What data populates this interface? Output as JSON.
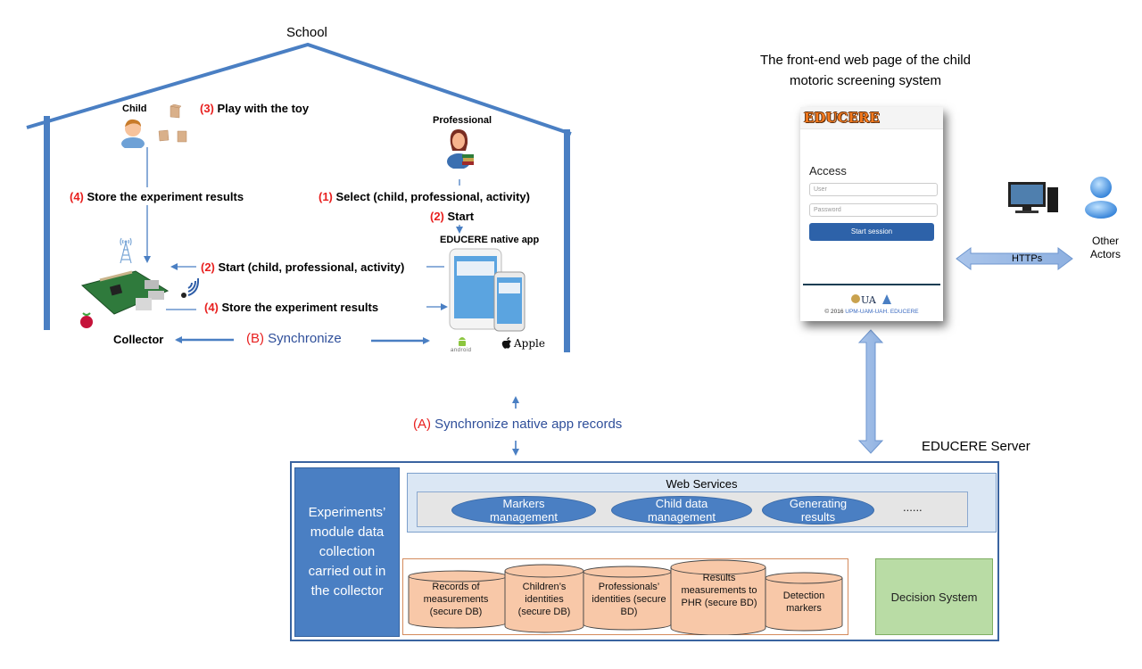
{
  "school": {
    "title": "School",
    "child_label": "Child",
    "professional_label": "Professional",
    "collector_label": "Collector",
    "app_label": "EDUCERE native app",
    "steps": {
      "play": {
        "num": "(3)",
        "text": " Play with the toy"
      },
      "store_top": {
        "num": "(4)",
        "text": " Store the experiment results"
      },
      "select": {
        "num": "(1)",
        "text": " Select (child, professional, activity)"
      },
      "start_short": {
        "num": "(2)",
        "text": " Start"
      },
      "start_long": {
        "num": "(2)",
        "text": " Start (child, professional, activity)"
      },
      "store_bottom": {
        "num": "(4)",
        "text": " Store the experiment results"
      },
      "sync_b": {
        "num": "(B)",
        "text": " Synchronize"
      }
    },
    "platforms": {
      "android": "android",
      "apple": "Apple"
    }
  },
  "sync_a": {
    "num": "(A)",
    "text": " Synchronize native app records"
  },
  "web_page": {
    "caption_line1": "The front-end web page of the child",
    "caption_line2": "motoric screening system",
    "logo": "EDUCERE",
    "heading": "Access",
    "user_placeholder": "User",
    "password_placeholder": "Password",
    "button": "Start session",
    "copyright_prefix": "© 2016 ",
    "copyright_link": "UPM-UAM-UAH. EDUCERE",
    "uni_logo_text": "UA"
  },
  "actors": {
    "label_line1": "Other",
    "label_line2": "Actors",
    "protocol": "HTTPs"
  },
  "server": {
    "title": "EDUCERE Server",
    "experiments_module": "Experiments’ module data collection carried out in the collector",
    "web_services": {
      "title": "Web Services",
      "services": [
        "Markers management",
        "Child data management",
        "Generating results"
      ],
      "more": "......"
    },
    "databases": [
      "Records of measurements (secure DB)",
      "Children’s identities (secure DB)",
      "Professionals’ identities (secure BD)",
      "Results measurements to PHR (secure BD)",
      "Detection markers"
    ],
    "decision_system": "Decision System"
  },
  "colors": {
    "accent_blue": "#4a7fc3",
    "step_red": "#e8201f",
    "db_fill": "#f8c8a8",
    "decision_fill": "#b9dca5",
    "logo_orange": "#f37a1f"
  }
}
